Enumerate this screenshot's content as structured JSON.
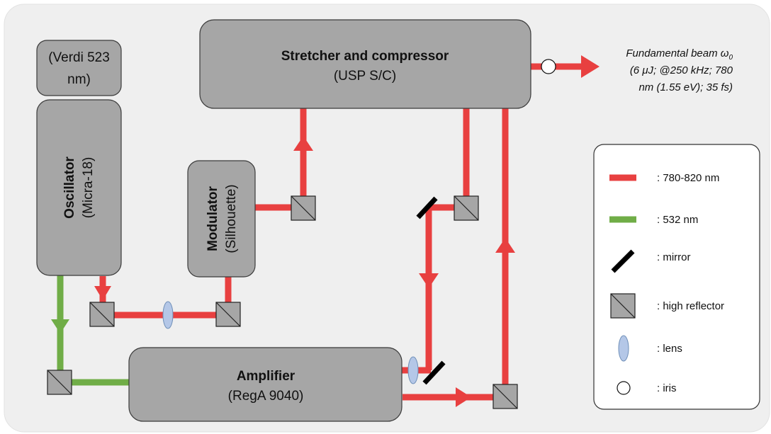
{
  "diagram": {
    "blocks": {
      "verdi": {
        "line1": "(Verdi 523",
        "line2": "nm)"
      },
      "oscillator": {
        "title": "Oscillator",
        "subtitle": "(Micra-18)"
      },
      "modulator": {
        "title": "Modulator",
        "subtitle": "(Silhouette)"
      },
      "stretcher": {
        "title": "Stretcher and compressor",
        "subtitle": "(USP S/C)"
      },
      "amplifier": {
        "title": "Amplifier",
        "subtitle": "(RegA 9040)"
      }
    },
    "output": {
      "line1": "Fundamental beam ω",
      "line1_sub": "0",
      "line2": "(6 μJ;  @250 kHz; 780",
      "line3": "nm (1.55 eV); 35 fs)"
    },
    "legend": [
      {
        "symbol": "red-line",
        "label": ": 780-820 nm"
      },
      {
        "symbol": "green-line",
        "label": ": 532 nm"
      },
      {
        "symbol": "mirror",
        "label": ": mirror"
      },
      {
        "symbol": "high-reflector",
        "label": ": high reflector"
      },
      {
        "symbol": "lens",
        "label": ": lens"
      },
      {
        "symbol": "iris",
        "label": ": iris"
      }
    ],
    "colors": {
      "red_beam": "#e84040",
      "green_beam": "#70ad47",
      "block_fill": "#a6a6a6",
      "background": "#efefef",
      "lens_fill": "#b4c7e7"
    }
  }
}
